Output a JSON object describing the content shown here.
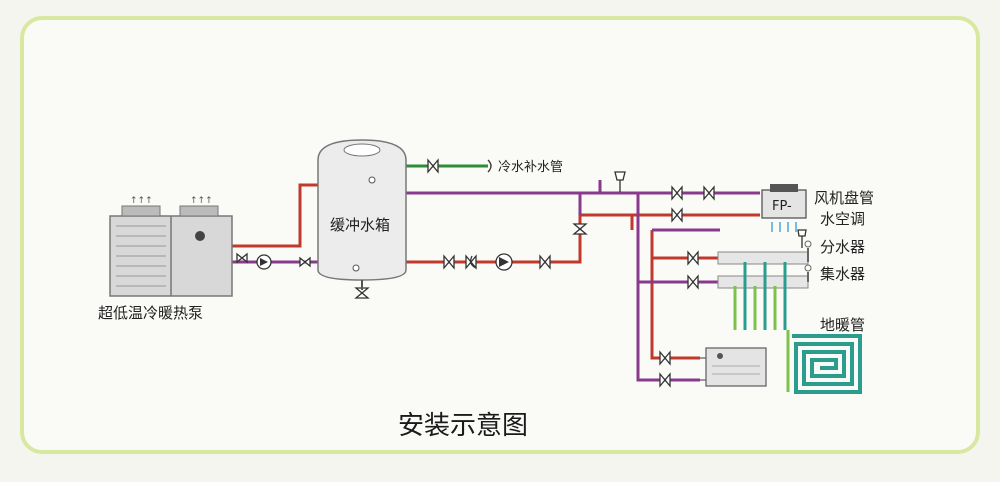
{
  "diagram": {
    "title": "安装示意图",
    "labels": {
      "heat_pump": "超低温冷暖热泵",
      "buffer_tank": "缓冲水箱",
      "cold_water_makeup": "冷水补水管",
      "fan_coil": "风机盘管",
      "water_ac": "水空调",
      "water_distributor": "分水器",
      "water_collector": "集水器",
      "floor_heating_pipe": "地暖管",
      "fp_badge": "FP-"
    },
    "colors": {
      "border": "#d8e8a0",
      "hot_pipe": "#c0392b",
      "return_pipe": "#8a3a8c",
      "makeup_pipe": "#2e8b3a",
      "floor_pipe": "#2a9d8f",
      "equipment": "#d8d8d8"
    }
  }
}
